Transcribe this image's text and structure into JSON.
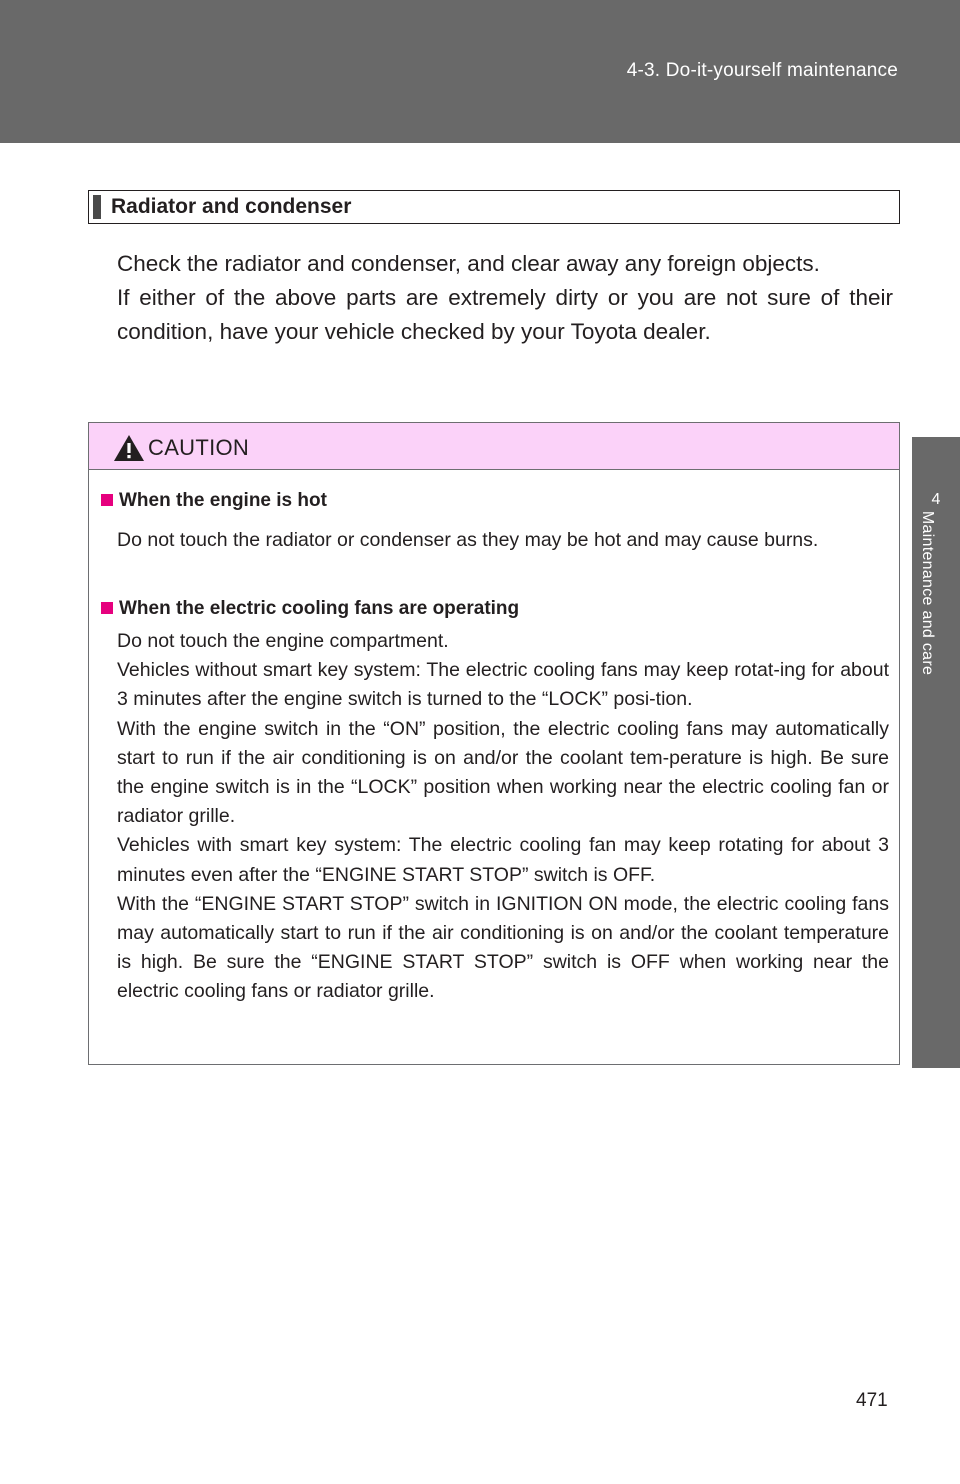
{
  "header": {
    "running_head": "4-3. Do-it-yourself maintenance"
  },
  "side_tab": {
    "chapter_number": "4",
    "chapter_title": "Maintenance and care"
  },
  "section": {
    "heading": "Radiator and condenser",
    "paragraphs": [
      "Check the radiator and condenser, and clear away any foreign objects.",
      "If either of the above parts are extremely dirty or you are not sure of their condition, have your vehicle checked by your Toyota dealer."
    ]
  },
  "caution": {
    "icon": "warning-triangle-icon",
    "title": "CAUTION",
    "items": [
      {
        "heading": "When the engine is hot",
        "paragraphs": [
          "Do not touch the radiator or condenser as they may be hot and may cause burns."
        ]
      },
      {
        "heading": "When the electric cooling fans are operating",
        "paragraphs": [
          "Do not touch the engine compartment.",
          "Vehicles without smart key system: The electric cooling fans may keep rotat-ing for about 3 minutes after the engine switch is turned to the “LOCK” posi-tion.",
          "With the engine switch in the “ON” position, the electric cooling fans may automatically start to run if the air conditioning is on and/or the coolant tem-perature is high. Be sure the engine switch is in the “LOCK” position when working near the electric cooling fan or radiator grille.",
          "Vehicles with smart key system: The electric cooling fan may keep rotating for about 3 minutes even after the “ENGINE START STOP” switch is OFF.",
          "With the “ENGINE START STOP” switch in IGNITION ON mode, the electric cooling fans may automatically start to run if the air conditioning is on and/or the coolant temperature is high. Be sure the “ENGINE START STOP” switch is OFF when working near the electric cooling fans or radiator grille."
        ]
      }
    ]
  },
  "page_number": "471",
  "colors": {
    "band": "#696969",
    "caution_header_bg": "#fbd2f9",
    "bullet": "#e6007e",
    "text": "#231f20"
  }
}
